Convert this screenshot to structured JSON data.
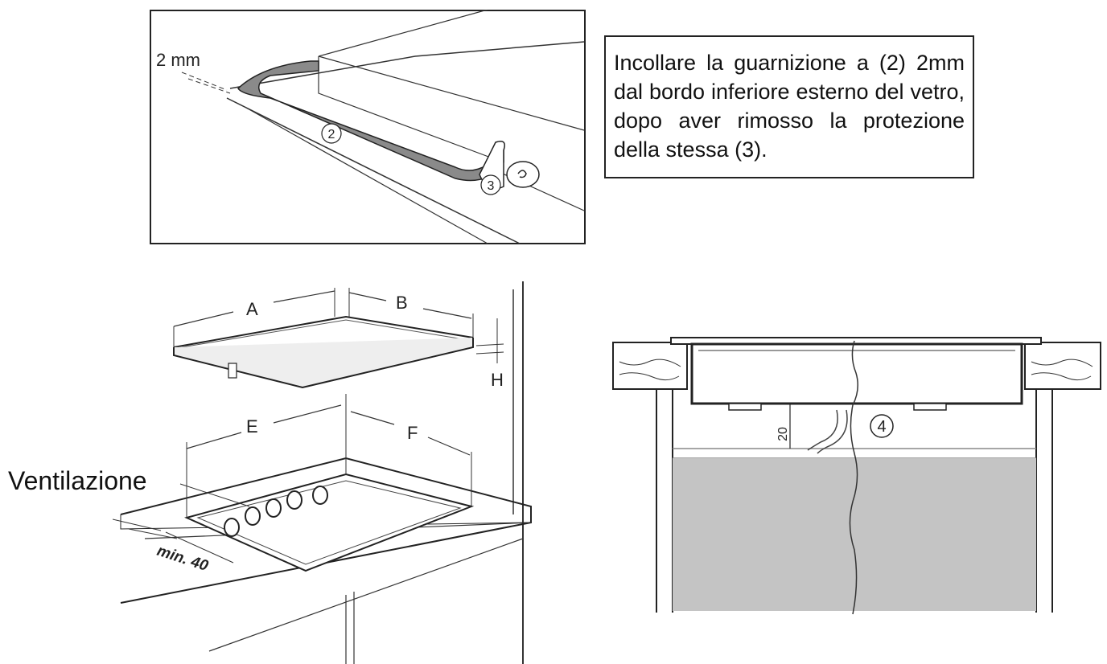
{
  "top_panel": {
    "dimension_label": "2 mm",
    "callout_2": "2",
    "callout_3": "3"
  },
  "caption": {
    "text": "Incollare la guarnizione a (2) 2mm dal bordo inferiore esterno del vetro, dopo aver rimosso la protezione della stessa (3)."
  },
  "left_panel": {
    "labels": {
      "a": "A",
      "b": "B",
      "h": "H",
      "e": "E",
      "f": "F",
      "min": "min. 40"
    },
    "ventilation_label": "Ventilazione"
  },
  "right_panel": {
    "dimension_20": "20",
    "callout_4": "4"
  }
}
